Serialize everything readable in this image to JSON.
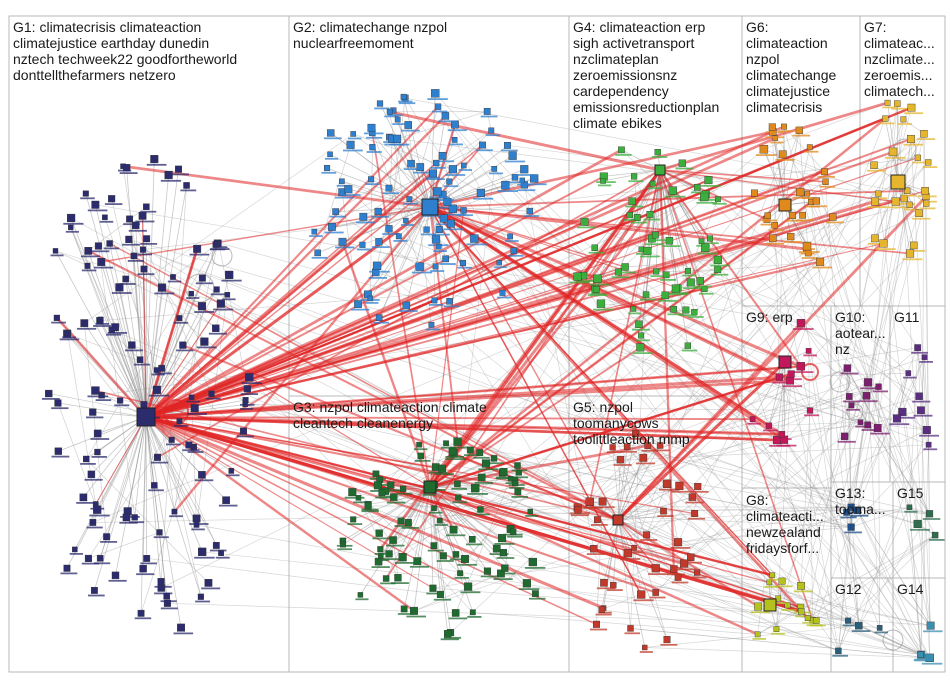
{
  "graph": {
    "groups": [
      {
        "id": "G1",
        "label": "G1: climatecrisis climateaction\nclimatejustice earthday dunedin\nnztech techweek22 goodfortheworld\ndonttellthefarmers netzero",
        "color": "#2b2b6e"
      },
      {
        "id": "G2",
        "label": "G2: climatechange nzpol\nnuclearfreemoment",
        "color": "#2f7fcf"
      },
      {
        "id": "G3",
        "label": "G3: nzpol climateaction climate\ncleantech cleanenergy",
        "color": "#1f6b2f"
      },
      {
        "id": "G4",
        "label": "G4: climateaction erp\nsigh activetransport\nnzclimateplan\nzeroemissionsnz\ncardependency\nemissionsreductionplan\nclimate ebikes",
        "color": "#3cae3c"
      },
      {
        "id": "G5",
        "label": "G5: nzpol\ntoomanycows\ntoolittleaction mmp",
        "color": "#c0392b"
      },
      {
        "id": "G6",
        "label": "G6:\nclimateaction\nnzpol\nclimatechange\nclimatejustice\nclimatecrisis",
        "color": "#e08a1e"
      },
      {
        "id": "G7",
        "label": "G7:\nclimateac...\nnzclimate...\nzeroemis...\nclimatech...",
        "color": "#e6b52e"
      },
      {
        "id": "G8",
        "label": "G8:\nclimateacti...\nnewzealand\nfridaysforf...",
        "color": "#b5c21e"
      },
      {
        "id": "G9",
        "label": "G9: erp",
        "color": "#c2185b"
      },
      {
        "id": "G10",
        "label": "G10:\naotear...\nnz",
        "color": "#7b1f6e"
      },
      {
        "id": "G11",
        "label": "G11",
        "color": "#5a2d82"
      },
      {
        "id": "G12",
        "label": "G12",
        "color": "#2a5f7a"
      },
      {
        "id": "G13",
        "label": "G13:\ntooma...",
        "color": "#1f4f8a"
      },
      {
        "id": "G14",
        "label": "G14",
        "color": "#3a8fb0"
      },
      {
        "id": "G15",
        "label": "G15",
        "color": "#2e6e4e"
      }
    ],
    "colors": {
      "edge_gray": "#9a9a9a",
      "edge_red": "#e02424",
      "box_border": "#b8b8b8",
      "label_text": "#1a1a1a"
    }
  }
}
